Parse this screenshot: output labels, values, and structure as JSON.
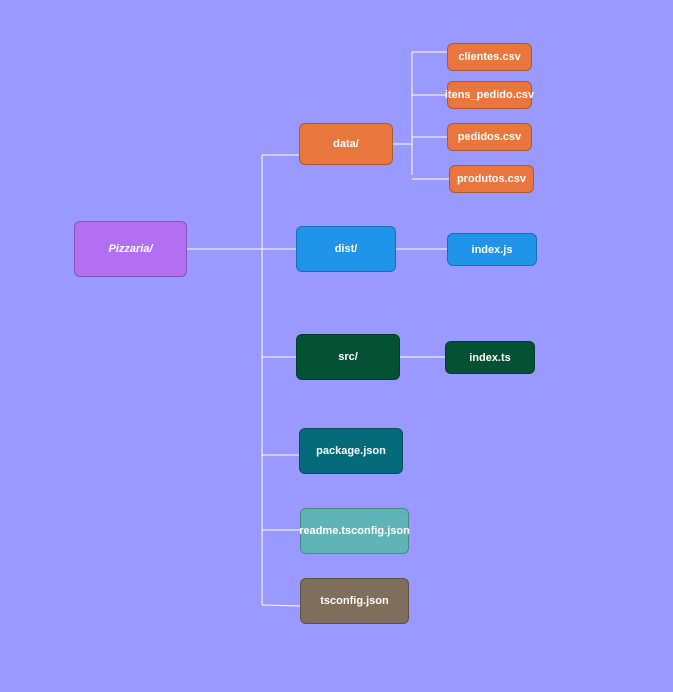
{
  "root": {
    "label": "Pizzaria/",
    "color": "#b36ff2"
  },
  "folders": {
    "data": {
      "label": "data/",
      "color": "#e8763d"
    },
    "dist": {
      "label": "dist/",
      "color": "#1f94e8"
    },
    "src": {
      "label": "src/",
      "color": "#045233"
    }
  },
  "files": {
    "clientes": {
      "label": "clientes.csv",
      "color": "#e8763d"
    },
    "itens_pedido": {
      "label": "itens_pedido.csv",
      "color": "#e8763d"
    },
    "pedidos": {
      "label": "pedidos.csv",
      "color": "#e8763d"
    },
    "produtos": {
      "label": "produtos.csv",
      "color": "#e8763d"
    },
    "dist_index": {
      "label": "index.js",
      "color": "#1f94e8"
    },
    "src_index": {
      "label": "index.ts",
      "color": "#045233"
    },
    "package": {
      "label": "package.json",
      "color": "#056b7a"
    },
    "readme": {
      "label": "readme.tsconfig.json",
      "color": "#5fb4b7"
    },
    "tsconfig": {
      "label": "tsconfig.json",
      "color": "#7e6e5b"
    }
  }
}
